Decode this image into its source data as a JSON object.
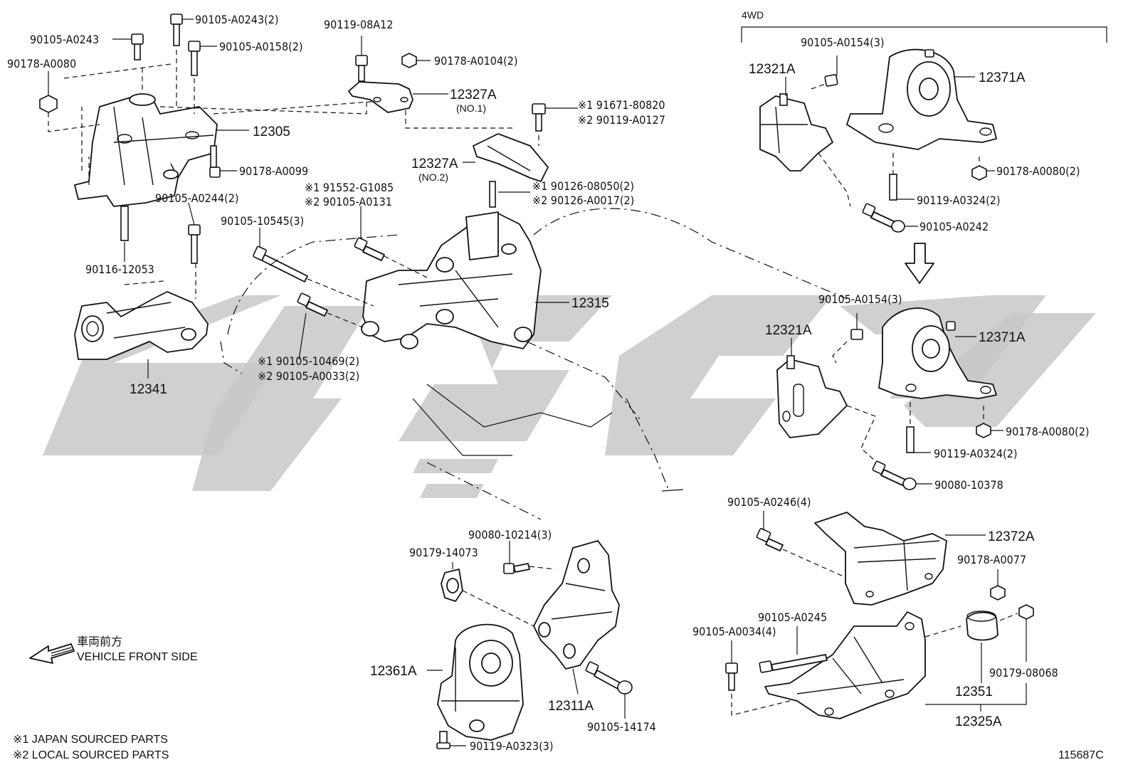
{
  "labels": {
    "l_90105_A0243_2_top": "90105-A0243(2)",
    "l_90105_A0243": "90105-A0243",
    "l_90105_A0158": "90105-A0158(2)",
    "l_90178_A0080": "90178-A0080",
    "l_90119_08A12": "90119-08A12",
    "l_90178_A0104": "90178-A0104(2)",
    "l_12327A_1": "12327A",
    "l_no1": "(NO.1)",
    "l_12305": "12305",
    "l_90178_A0099": "90178-A0099",
    "l_90105_A0244": "90105-A0244(2)",
    "l_91671": "※1 91671-80820",
    "l_90119_A0127": "※2 90119-A0127",
    "l_12327A_2": "12327A",
    "l_no2": "(NO.2)",
    "l_91552": "※1 91552-G1085",
    "l_90105_A0131": "※2 90105-A0131",
    "l_90126_08050": "※1 90126-08050(2)",
    "l_90126_A0017": "※2 90126-A0017(2)",
    "l_90105_10545": "90105-10545(3)",
    "l_90116_12053": "90116-12053",
    "l_12315": "12315",
    "l_90105_10469": "※1 90105-10469(2)",
    "l_90105_A0033": "※2 90105-A0033(2)",
    "l_12341": "12341",
    "l_4wd": "4WD",
    "l_90105_A0154_top": "90105-A0154(3)",
    "l_12321A_top": "12321A",
    "l_12371A_top": "12371A",
    "l_90178_A0080_2_top": "90178-A0080(2)",
    "l_90119_A0324_top": "90119-A0324(2)",
    "l_90105_A0242": "90105-A0242",
    "l_90105_A0154_mid": "90105-A0154(3)",
    "l_12321A_mid": "12321A",
    "l_12371A_mid": "12371A",
    "l_90178_A0080_2_mid": "90178-A0080(2)",
    "l_90119_A0324_mid": "90119-A0324(2)",
    "l_90080_10378": "90080-10378",
    "l_90105_A0246": "90105-A0246(4)",
    "l_12372A": "12372A",
    "l_90178_A0077": "90178-A0077",
    "l_90105_A0245": "90105-A0245",
    "l_90105_A0034": "90105-A0034(4)",
    "l_12351": "12351",
    "l_90179_08068": "90179-08068",
    "l_12325A": "12325A",
    "l_90080_10214": "90080-10214(3)",
    "l_90179_14073": "90179-14073",
    "l_12361A": "12361A",
    "l_12311A": "12311A",
    "l_90105_14174": "90105-14174",
    "l_90119_A0323": "90119-A0323(3)"
  },
  "legend": {
    "front_jp": "車両前方",
    "front_en": "VEHICLE FRONT SIDE",
    "note1": "※1 JAPAN SOURCED PARTS",
    "note2": "※2 LOCAL SOURCED PARTS",
    "code": "115687C"
  }
}
